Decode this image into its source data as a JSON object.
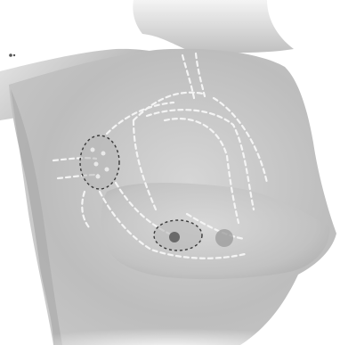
{
  "illustration": {
    "palette": {
      "background": "#ffffff",
      "skin_dark": "#9c9c9c",
      "skin_mid": "#bcbcbc",
      "skin_light": "#dcdcdc",
      "vessel_line": "#f2f2f2",
      "outline_dash": "#3a3a3a",
      "tumor": "#6a6a6a",
      "nipple": "#8f8f8f"
    },
    "regions": [
      {
        "id": "axillary-node-cluster",
        "outline": "dashed"
      },
      {
        "id": "tumor-region",
        "outline": "dashed"
      }
    ]
  }
}
